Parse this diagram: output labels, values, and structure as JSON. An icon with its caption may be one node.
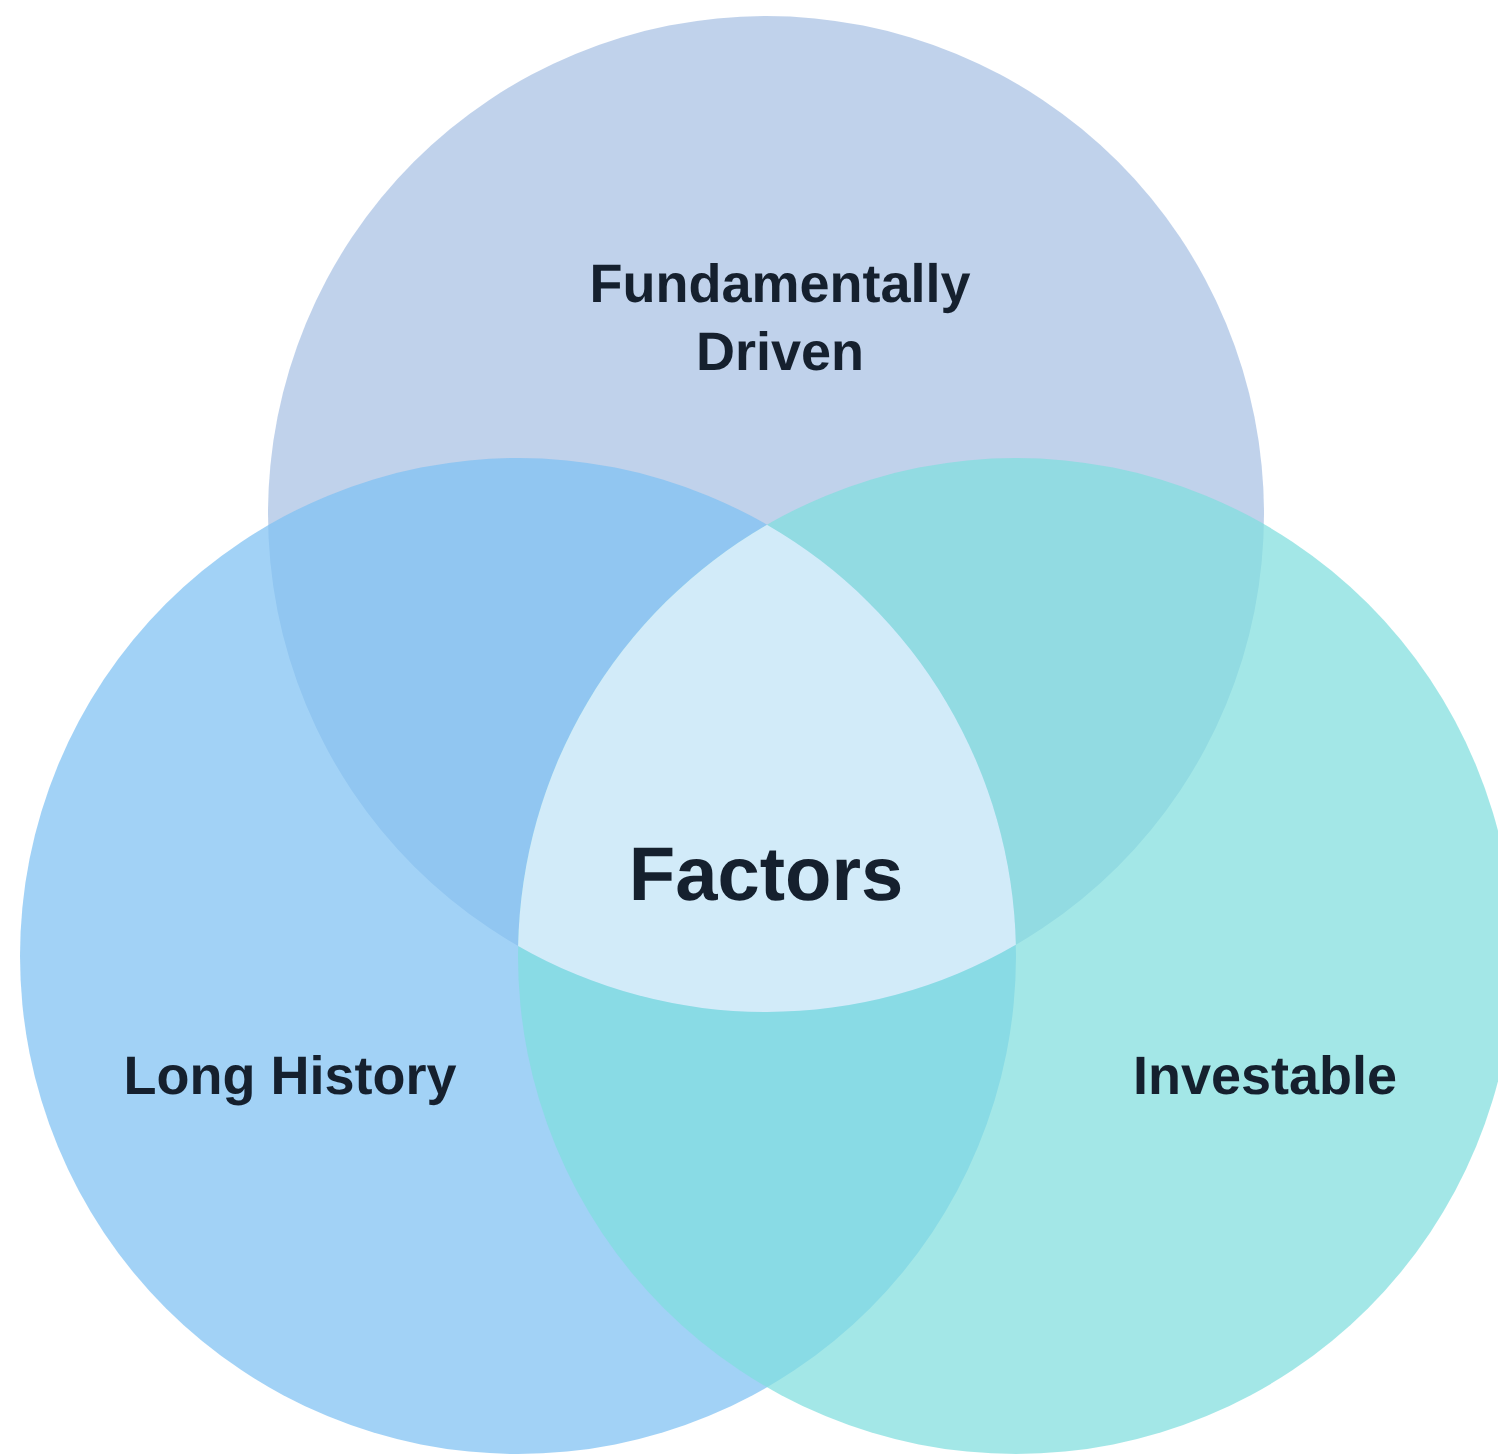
{
  "diagram": {
    "nodes": [
      {
        "text": [
          "Fundamentally Driven"
        ]
      },
      {
        "text": [
          "Long History"
        ]
      },
      {
        "text": [
          "Investable"
        ]
      },
      {
        "text": [
          "Factors"
        ]
      }
    ]
  }
}
